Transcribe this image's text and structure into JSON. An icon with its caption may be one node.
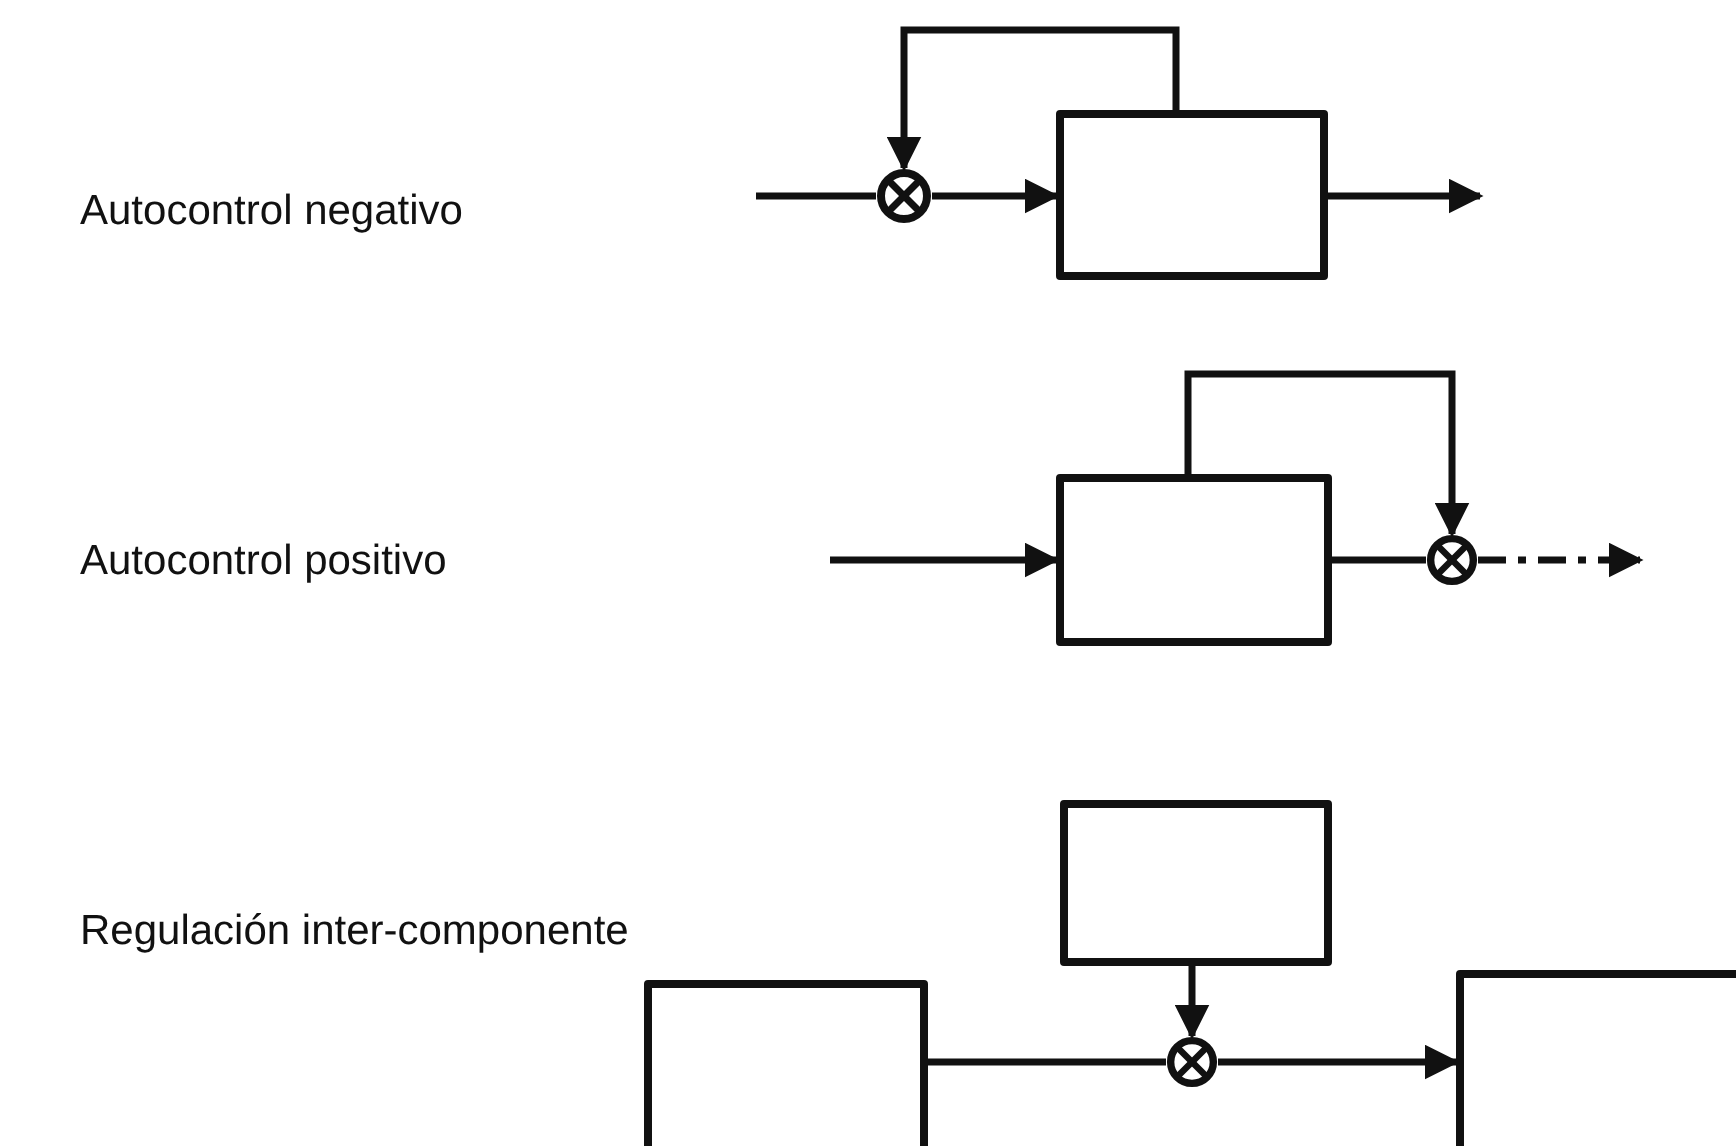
{
  "diagram": {
    "nodes": [
      {
        "text": [],
        "shape": "circle"
      },
      {
        "text": [],
        "shape": "box"
      },
      {
        "text": [],
        "shape": "box"
      },
      {
        "text": [],
        "shape": "circle"
      },
      {
        "text": [],
        "shape": "box"
      },
      {
        "text": [],
        "shape": "box"
      },
      {
        "text": [],
        "shape": "circle"
      },
      {
        "text": [],
        "shape": "box"
      }
    ],
    "edges": [
      {
        "from": null,
        "to": 0,
        "arrow": "none"
      },
      {
        "from": 0,
        "to": 1,
        "arrow": "to"
      },
      {
        "from": 1,
        "to": 0,
        "arrow": "to"
      },
      {
        "from": 1,
        "to": null,
        "arrow": "to"
      },
      {
        "from": null,
        "to": 2,
        "arrow": "to"
      },
      {
        "from": 2,
        "to": 3,
        "arrow": "none"
      },
      {
        "from": 2,
        "to": 3,
        "arrow": "to"
      },
      {
        "from": 3,
        "to": null,
        "arrow": "to",
        "style": "dashed"
      },
      {
        "from": 4,
        "to": 6,
        "arrow": "to"
      },
      {
        "from": 5,
        "to": 6,
        "arrow": "none"
      },
      {
        "from": 6,
        "to": 7,
        "arrow": "to"
      }
    ],
    "labels": [
      "Autocontrol negativo",
      "Autocontrol positivo",
      "Regulación inter-componente"
    ]
  }
}
